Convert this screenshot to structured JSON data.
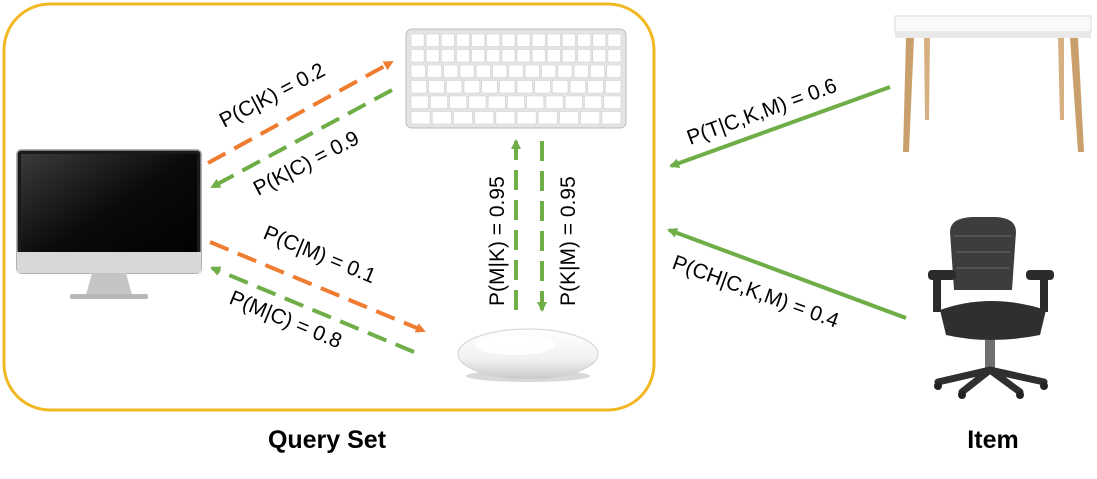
{
  "captions": {
    "query_set": "Query Set",
    "item": "Item"
  },
  "edges": {
    "c_given_k": "P(C|K) = 0.2",
    "k_given_c": "P(K|C) = 0.9",
    "c_given_m": "P(C|M) = 0.1",
    "m_given_c": "P(M|C) = 0.8",
    "m_given_k": "P(M|K) = 0.95",
    "k_given_m": "P(K|M) = 0.95",
    "t_given_ckm": "P(T|C,K,M) = 0.6",
    "ch_given_ckm": "P(CH|C,K,M) = 0.4"
  },
  "colors": {
    "query_box": "#f2b824",
    "orange_arrow": "#ee7d31",
    "green_arrow": "#6fad46"
  },
  "icons": {
    "monitor": "desktop-monitor-icon",
    "keyboard": "keyboard-icon",
    "mouse": "mouse-icon",
    "table": "desk-table-icon",
    "chair": "office-chair-icon"
  }
}
